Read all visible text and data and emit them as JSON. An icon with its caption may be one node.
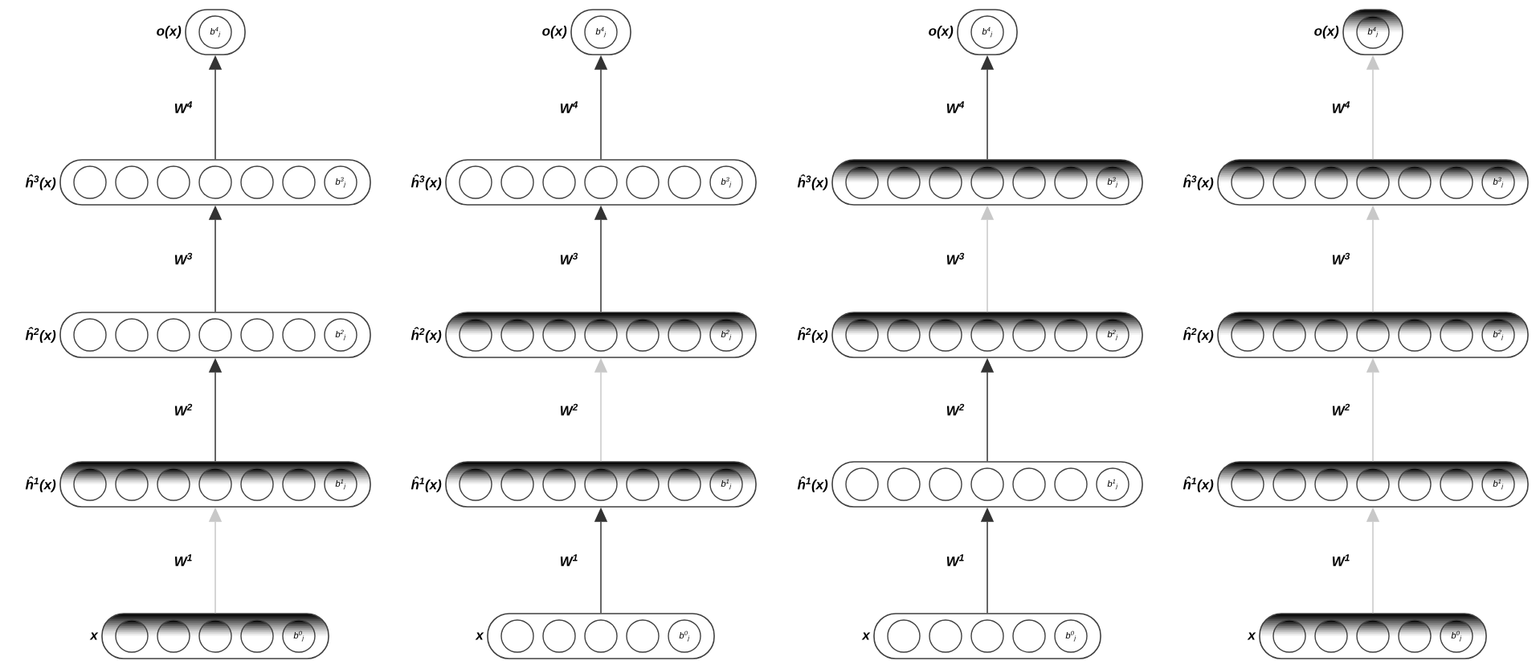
{
  "diagram": {
    "nodes": [
      {
        "text": [
          "o(x)"
        ]
      },
      {
        "text": [
          "b$^{4}$$_{j}$"
        ],
        "in": 0
      },
      {
        "text": [
          "ĥ$^{3}$(x)"
        ]
      },
      {
        "text": [],
        "shape": "circle",
        "in": 2
      },
      {
        "text": [],
        "shape": "circle",
        "in": 2
      },
      {
        "text": [],
        "shape": "circle",
        "in": 2
      },
      {
        "text": [],
        "shape": "circle",
        "in": 2
      },
      {
        "text": [],
        "shape": "circle",
        "in": 2
      },
      {
        "text": [],
        "shape": "circle",
        "in": 2
      },
      {
        "text": [
          "b$^{3}$$_{j}$"
        ],
        "in": 2
      },
      {
        "text": [
          "ĥ$^{2}$(x)"
        ]
      },
      {
        "text": [],
        "shape": "circle",
        "in": 10
      },
      {
        "text": [],
        "shape": "circle",
        "in": 10
      },
      {
        "text": [],
        "shape": "circle",
        "in": 10
      },
      {
        "text": [],
        "shape": "circle",
        "in": 10
      },
      {
        "text": [],
        "shape": "circle",
        "in": 10
      },
      {
        "text": [],
        "shape": "circle",
        "in": 10
      },
      {
        "text": [
          "b$^{2}$$_{j}$"
        ],
        "in": 10
      },
      {
        "text": [
          "ĥ$^{1}$(x)"
        ]
      },
      {
        "text": [],
        "shape": "circle",
        "in": 18
      },
      {
        "text": [],
        "shape": "circle",
        "in": 18
      },
      {
        "text": [],
        "shape": "circle",
        "in": 18
      },
      {
        "text": [],
        "shape": "circle",
        "in": 18
      },
      {
        "text": [],
        "shape": "circle",
        "in": 18
      },
      {
        "text": [],
        "shape": "circle",
        "in": 18
      },
      {
        "text": [
          "b$^{1}$$_{j}$"
        ],
        "in": 18
      },
      {
        "text": [
          "x"
        ]
      },
      {
        "text": [],
        "shape": "circle",
        "in": 26
      },
      {
        "text": [],
        "shape": "circle",
        "in": 26
      },
      {
        "text": [],
        "shape": "circle",
        "in": 26
      },
      {
        "text": [],
        "shape": "circle",
        "in": 26
      },
      {
        "text": [
          "b$^{0}$$_{j}$"
        ],
        "in": 26
      },
      {
        "text": [
          "o(x)"
        ]
      },
      {
        "text": [
          "b$^{4}$$_{j}$"
        ],
        "in": 32
      },
      {
        "text": [
          "ĥ$^{3}$(x)"
        ]
      },
      {
        "text": [],
        "shape": "circle",
        "in": 34
      },
      {
        "text": [],
        "shape": "circle",
        "in": 34
      },
      {
        "text": [],
        "shape": "circle",
        "in": 34
      },
      {
        "text": [],
        "shape": "circle",
        "in": 34
      },
      {
        "text": [],
        "shape": "circle",
        "in": 34
      },
      {
        "text": [],
        "shape": "circle",
        "in": 34
      },
      {
        "text": [
          "b$^{3}$$_{j}$"
        ],
        "in": 34
      },
      {
        "text": [
          "ĥ$^{2}$(x)"
        ]
      },
      {
        "text": [],
        "shape": "circle",
        "in": 42
      },
      {
        "text": [],
        "shape": "circle",
        "in": 42
      },
      {
        "text": [],
        "shape": "circle",
        "in": 42
      },
      {
        "text": [],
        "shape": "circle",
        "in": 42
      },
      {
        "text": [],
        "shape": "circle",
        "in": 42
      },
      {
        "text": [],
        "shape": "circle",
        "in": 42
      },
      {
        "text": [
          "b$^{2}$$_{j}$"
        ],
        "in": 42
      },
      {
        "text": [
          "ĥ$^{1}$(x)"
        ]
      },
      {
        "text": [],
        "shape": "circle",
        "in": 50
      },
      {
        "text": [],
        "shape": "circle",
        "in": 50
      },
      {
        "text": [],
        "shape": "circle",
        "in": 50
      },
      {
        "text": [],
        "shape": "circle",
        "in": 50
      },
      {
        "text": [],
        "shape": "circle",
        "in": 50
      },
      {
        "text": [],
        "shape": "circle",
        "in": 50
      },
      {
        "text": [
          "b$^{1}$$_{j}$"
        ],
        "in": 50
      },
      {
        "text": [
          "x"
        ]
      },
      {
        "text": [],
        "shape": "circle",
        "in": 58
      },
      {
        "text": [],
        "shape": "circle",
        "in": 58
      },
      {
        "text": [],
        "shape": "circle",
        "in": 58
      },
      {
        "text": [],
        "shape": "circle",
        "in": 58
      },
      {
        "text": [
          "b$^{0}$$_{j}$"
        ],
        "in": 58
      },
      {
        "text": [
          "o(x)"
        ]
      },
      {
        "text": [
          "b$^{4}$$_{j}$"
        ],
        "in": 64
      },
      {
        "text": [
          "ĥ$^{3}$(x)"
        ]
      },
      {
        "text": [],
        "shape": "circle",
        "in": 66
      },
      {
        "text": [],
        "shape": "circle",
        "in": 66
      },
      {
        "text": [],
        "shape": "circle",
        "in": 66
      },
      {
        "text": [],
        "shape": "circle",
        "in": 66
      },
      {
        "text": [],
        "shape": "circle",
        "in": 66
      },
      {
        "text": [],
        "shape": "circle",
        "in": 66
      },
      {
        "text": [
          "b$^{3}$$_{j}$"
        ],
        "in": 66
      },
      {
        "text": [
          "ĥ$^{2}$(x)"
        ]
      },
      {
        "text": [],
        "shape": "circle",
        "in": 74
      },
      {
        "text": [],
        "shape": "circle",
        "in": 74
      },
      {
        "text": [],
        "shape": "circle",
        "in": 74
      },
      {
        "text": [],
        "shape": "circle",
        "in": 74
      },
      {
        "text": [],
        "shape": "circle",
        "in": 74
      },
      {
        "text": [],
        "shape": "circle",
        "in": 74
      },
      {
        "text": [
          "b$^{2}$$_{j}$"
        ],
        "in": 74
      },
      {
        "text": [
          "ĥ$^{1}$(x)"
        ]
      },
      {
        "text": [],
        "shape": "circle",
        "in": 82
      },
      {
        "text": [],
        "shape": "circle",
        "in": 82
      },
      {
        "text": [],
        "shape": "circle",
        "in": 82
      },
      {
        "text": [],
        "shape": "circle",
        "in": 82
      },
      {
        "text": [],
        "shape": "circle",
        "in": 82
      },
      {
        "text": [],
        "shape": "circle",
        "in": 82
      },
      {
        "text": [
          "b$^{1}$$_{j}$"
        ],
        "in": 82
      },
      {
        "text": [
          "x"
        ]
      },
      {
        "text": [],
        "shape": "circle",
        "in": 90
      },
      {
        "text": [],
        "shape": "circle",
        "in": 90
      },
      {
        "text": [],
        "shape": "circle",
        "in": 90
      },
      {
        "text": [],
        "shape": "circle",
        "in": 90
      },
      {
        "text": [
          "b$^{0}$$_{j}$"
        ],
        "in": 90
      },
      {
        "text": [
          "o(x)"
        ]
      },
      {
        "text": [
          "b$^{4}$$_{j}$"
        ],
        "in": 96
      },
      {
        "text": [
          "ĥ$^{3}$(x)"
        ]
      },
      {
        "text": [],
        "shape": "circle",
        "in": 98
      },
      {
        "text": [],
        "shape": "circle",
        "in": 98
      },
      {
        "text": [],
        "shape": "circle",
        "in": 98
      },
      {
        "text": [],
        "shape": "circle",
        "in": 98
      },
      {
        "text": [],
        "shape": "circle",
        "in": 98
      },
      {
        "text": [],
        "shape": "circle",
        "in": 98
      },
      {
        "text": [
          "b$^{3}$$_{j}$"
        ],
        "in": 98
      },
      {
        "text": [
          "ĥ$^{2}$(x)"
        ]
      },
      {
        "text": [],
        "shape": "circle",
        "in": 106
      },
      {
        "text": [],
        "shape": "circle",
        "in": 106
      },
      {
        "text": [],
        "shape": "circle",
        "in": 106
      },
      {
        "text": [],
        "shape": "circle",
        "in": 106
      },
      {
        "text": [],
        "shape": "circle",
        "in": 106
      },
      {
        "text": [],
        "shape": "circle",
        "in": 106
      },
      {
        "text": [
          "b$^{2}$$_{j}$"
        ],
        "in": 106
      },
      {
        "text": [
          "ĥ$^{1}$(x)"
        ]
      },
      {
        "text": [],
        "shape": "circle",
        "in": 114
      },
      {
        "text": [],
        "shape": "circle",
        "in": 114
      },
      {
        "text": [],
        "shape": "circle",
        "in": 114
      },
      {
        "text": [],
        "shape": "circle",
        "in": 114
      },
      {
        "text": [],
        "shape": "circle",
        "in": 114
      },
      {
        "text": [],
        "shape": "circle",
        "in": 114
      },
      {
        "text": [
          "b$^{1}$$_{j}$"
        ],
        "in": 114
      },
      {
        "text": [
          "x"
        ]
      },
      {
        "text": [],
        "shape": "circle",
        "in": 122
      },
      {
        "text": [],
        "shape": "circle",
        "in": 122
      },
      {
        "text": [],
        "shape": "circle",
        "in": 122
      },
      {
        "text": [],
        "shape": "circle",
        "in": 122
      },
      {
        "text": [
          "b$^{0}$$_{j}$"
        ],
        "in": 122
      }
    ],
    "edges": [
      {
        "from": 26,
        "to": 18,
        "arrow": "to",
        "label": "W$^{1}$",
        "color": "#c8c8c8"
      },
      {
        "from": 18,
        "to": 10,
        "arrow": "to",
        "label": "W$^{2}$"
      },
      {
        "from": 10,
        "to": 2,
        "arrow": "to",
        "label": "W$^{3}$"
      },
      {
        "from": 2,
        "to": 0,
        "arrow": "to",
        "label": "W$^{4}$"
      },
      {
        "from": 58,
        "to": 50,
        "arrow": "to",
        "label": "W$^{1}$"
      },
      {
        "from": 50,
        "to": 42,
        "arrow": "to",
        "label": "W$^{2}$",
        "color": "#c8c8c8"
      },
      {
        "from": 42,
        "to": 34,
        "arrow": "to",
        "label": "W$^{3}$"
      },
      {
        "from": 34,
        "to": 32,
        "arrow": "to",
        "label": "W$^{4}$"
      },
      {
        "from": 90,
        "to": 82,
        "arrow": "to",
        "label": "W$^{1}$"
      },
      {
        "from": 82,
        "to": 74,
        "arrow": "to",
        "label": "W$^{2}$"
      },
      {
        "from": 74,
        "to": 66,
        "arrow": "to",
        "label": "W$^{3}$",
        "color": "#c8c8c8"
      },
      {
        "from": 66,
        "to": 64,
        "arrow": "to",
        "label": "W$^{4}$"
      },
      {
        "from": 122,
        "to": 114,
        "arrow": "to",
        "label": "W$^{1}$",
        "color": "#c8c8c8"
      },
      {
        "from": 114,
        "to": 106,
        "arrow": "to",
        "label": "W$^{2}$",
        "color": "#c8c8c8"
      },
      {
        "from": 106,
        "to": 98,
        "arrow": "to",
        "label": "W$^{3}$",
        "color": "#c8c8c8"
      },
      {
        "from": 98,
        "to": 96,
        "arrow": "to",
        "label": "W$^{4}$",
        "color": "#c8c8c8"
      }
    ]
  }
}
